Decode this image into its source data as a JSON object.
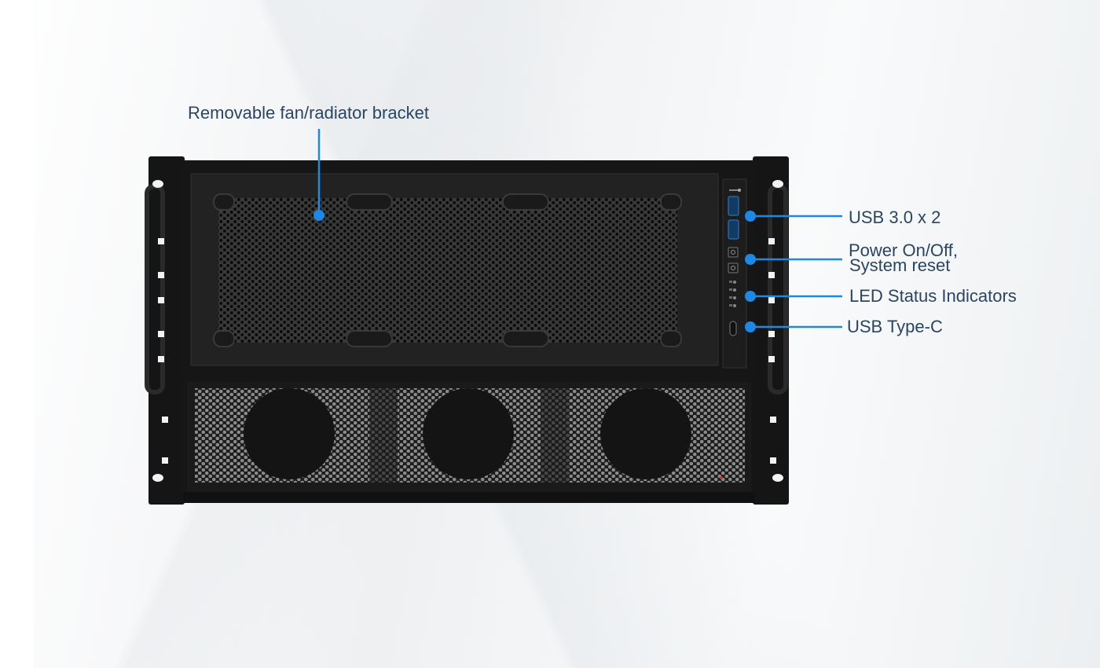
{
  "labels": {
    "fan_bracket": "Removable fan/radiator bracket",
    "usb3": "USB 3.0  x 2",
    "power": "Power On/Off,",
    "reset": "System reset",
    "led": "LED Status Indicators",
    "usbc": "USB Type-C"
  },
  "colors": {
    "callout": "#1e88e5",
    "chassis": "#1a1a1a",
    "text": "#2b4561"
  }
}
